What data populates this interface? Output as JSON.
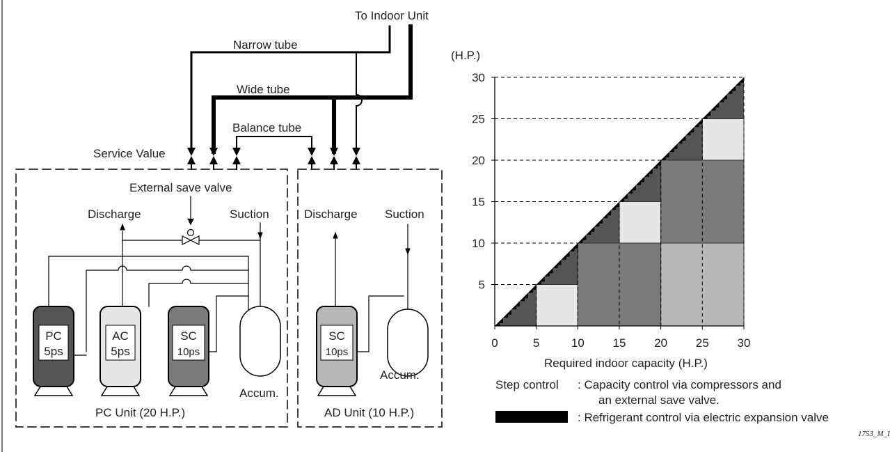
{
  "diagram": {
    "labels": {
      "to_indoor": "To Indoor Unit",
      "narrow": "Narrow tube",
      "wide": "Wide tube",
      "balance": "Balance tube",
      "service_value": "Service Value",
      "external_valve": "External save valve",
      "pc_discharge": "Discharge",
      "pc_suction": "Suction",
      "ad_discharge": "Discharge",
      "ad_suction": "Suction",
      "pc_unit": "PC Unit (20 H.P.)",
      "ad_unit": "AD Unit (10 H.P.)",
      "pc_accum": "Accum.",
      "ad_accum": "Accum."
    },
    "compressors": [
      {
        "id": "pc",
        "line1": "PC",
        "line2": "5ps",
        "color": "#555555"
      },
      {
        "id": "ac",
        "line1": "AC",
        "line2": "5ps",
        "color": "#e6e6e6"
      },
      {
        "id": "sc",
        "line1": "SC",
        "line2": "10ps",
        "color": "#7a7a7a"
      },
      {
        "id": "sc2",
        "line1": "SC",
        "line2": "10ps",
        "color": "#b8b8b8"
      }
    ]
  },
  "chart": {
    "y_unit": "(H.P.)",
    "x_ticks": [
      "0",
      "5",
      "10",
      "15",
      "20",
      "25",
      "30"
    ],
    "y_ticks": [
      "5",
      "10",
      "15",
      "20",
      "25",
      "30"
    ],
    "xlabel": "Required indoor capacity (H.P.)",
    "legend": {
      "step_label": "Step control",
      "step_desc1": ":  Capacity control via compressors and",
      "step_desc2": "an external save valve.",
      "black_desc": ":  Refrigerant control via electric expansion valve"
    },
    "footnote": "1753_M_I"
  },
  "chart_data": {
    "type": "heatmap",
    "xlabel": "Required indoor capacity (H.P.)",
    "ylabel": "(H.P.)",
    "xlim": [
      0,
      30
    ],
    "ylim": [
      0,
      30
    ],
    "blocks": [
      {
        "x": [
          5,
          10
        ],
        "y": [
          0,
          5
        ],
        "shade": "#e6e6e6"
      },
      {
        "x": [
          10,
          20
        ],
        "y": [
          0,
          10
        ],
        "shade": "#7a7a7a"
      },
      {
        "x": [
          15,
          20
        ],
        "y": [
          10,
          15
        ],
        "shade": "#e6e6e6"
      },
      {
        "x": [
          20,
          30
        ],
        "y": [
          0,
          10
        ],
        "shade": "#b8b8b8"
      },
      {
        "x": [
          20,
          30
        ],
        "y": [
          10,
          20
        ],
        "shade": "#7a7a7a"
      },
      {
        "x": [
          25,
          30
        ],
        "y": [
          20,
          25
        ],
        "shade": "#e6e6e6"
      }
    ],
    "colors": {
      "step_fill": "#555555",
      "refrigerant": "#000000"
    }
  }
}
